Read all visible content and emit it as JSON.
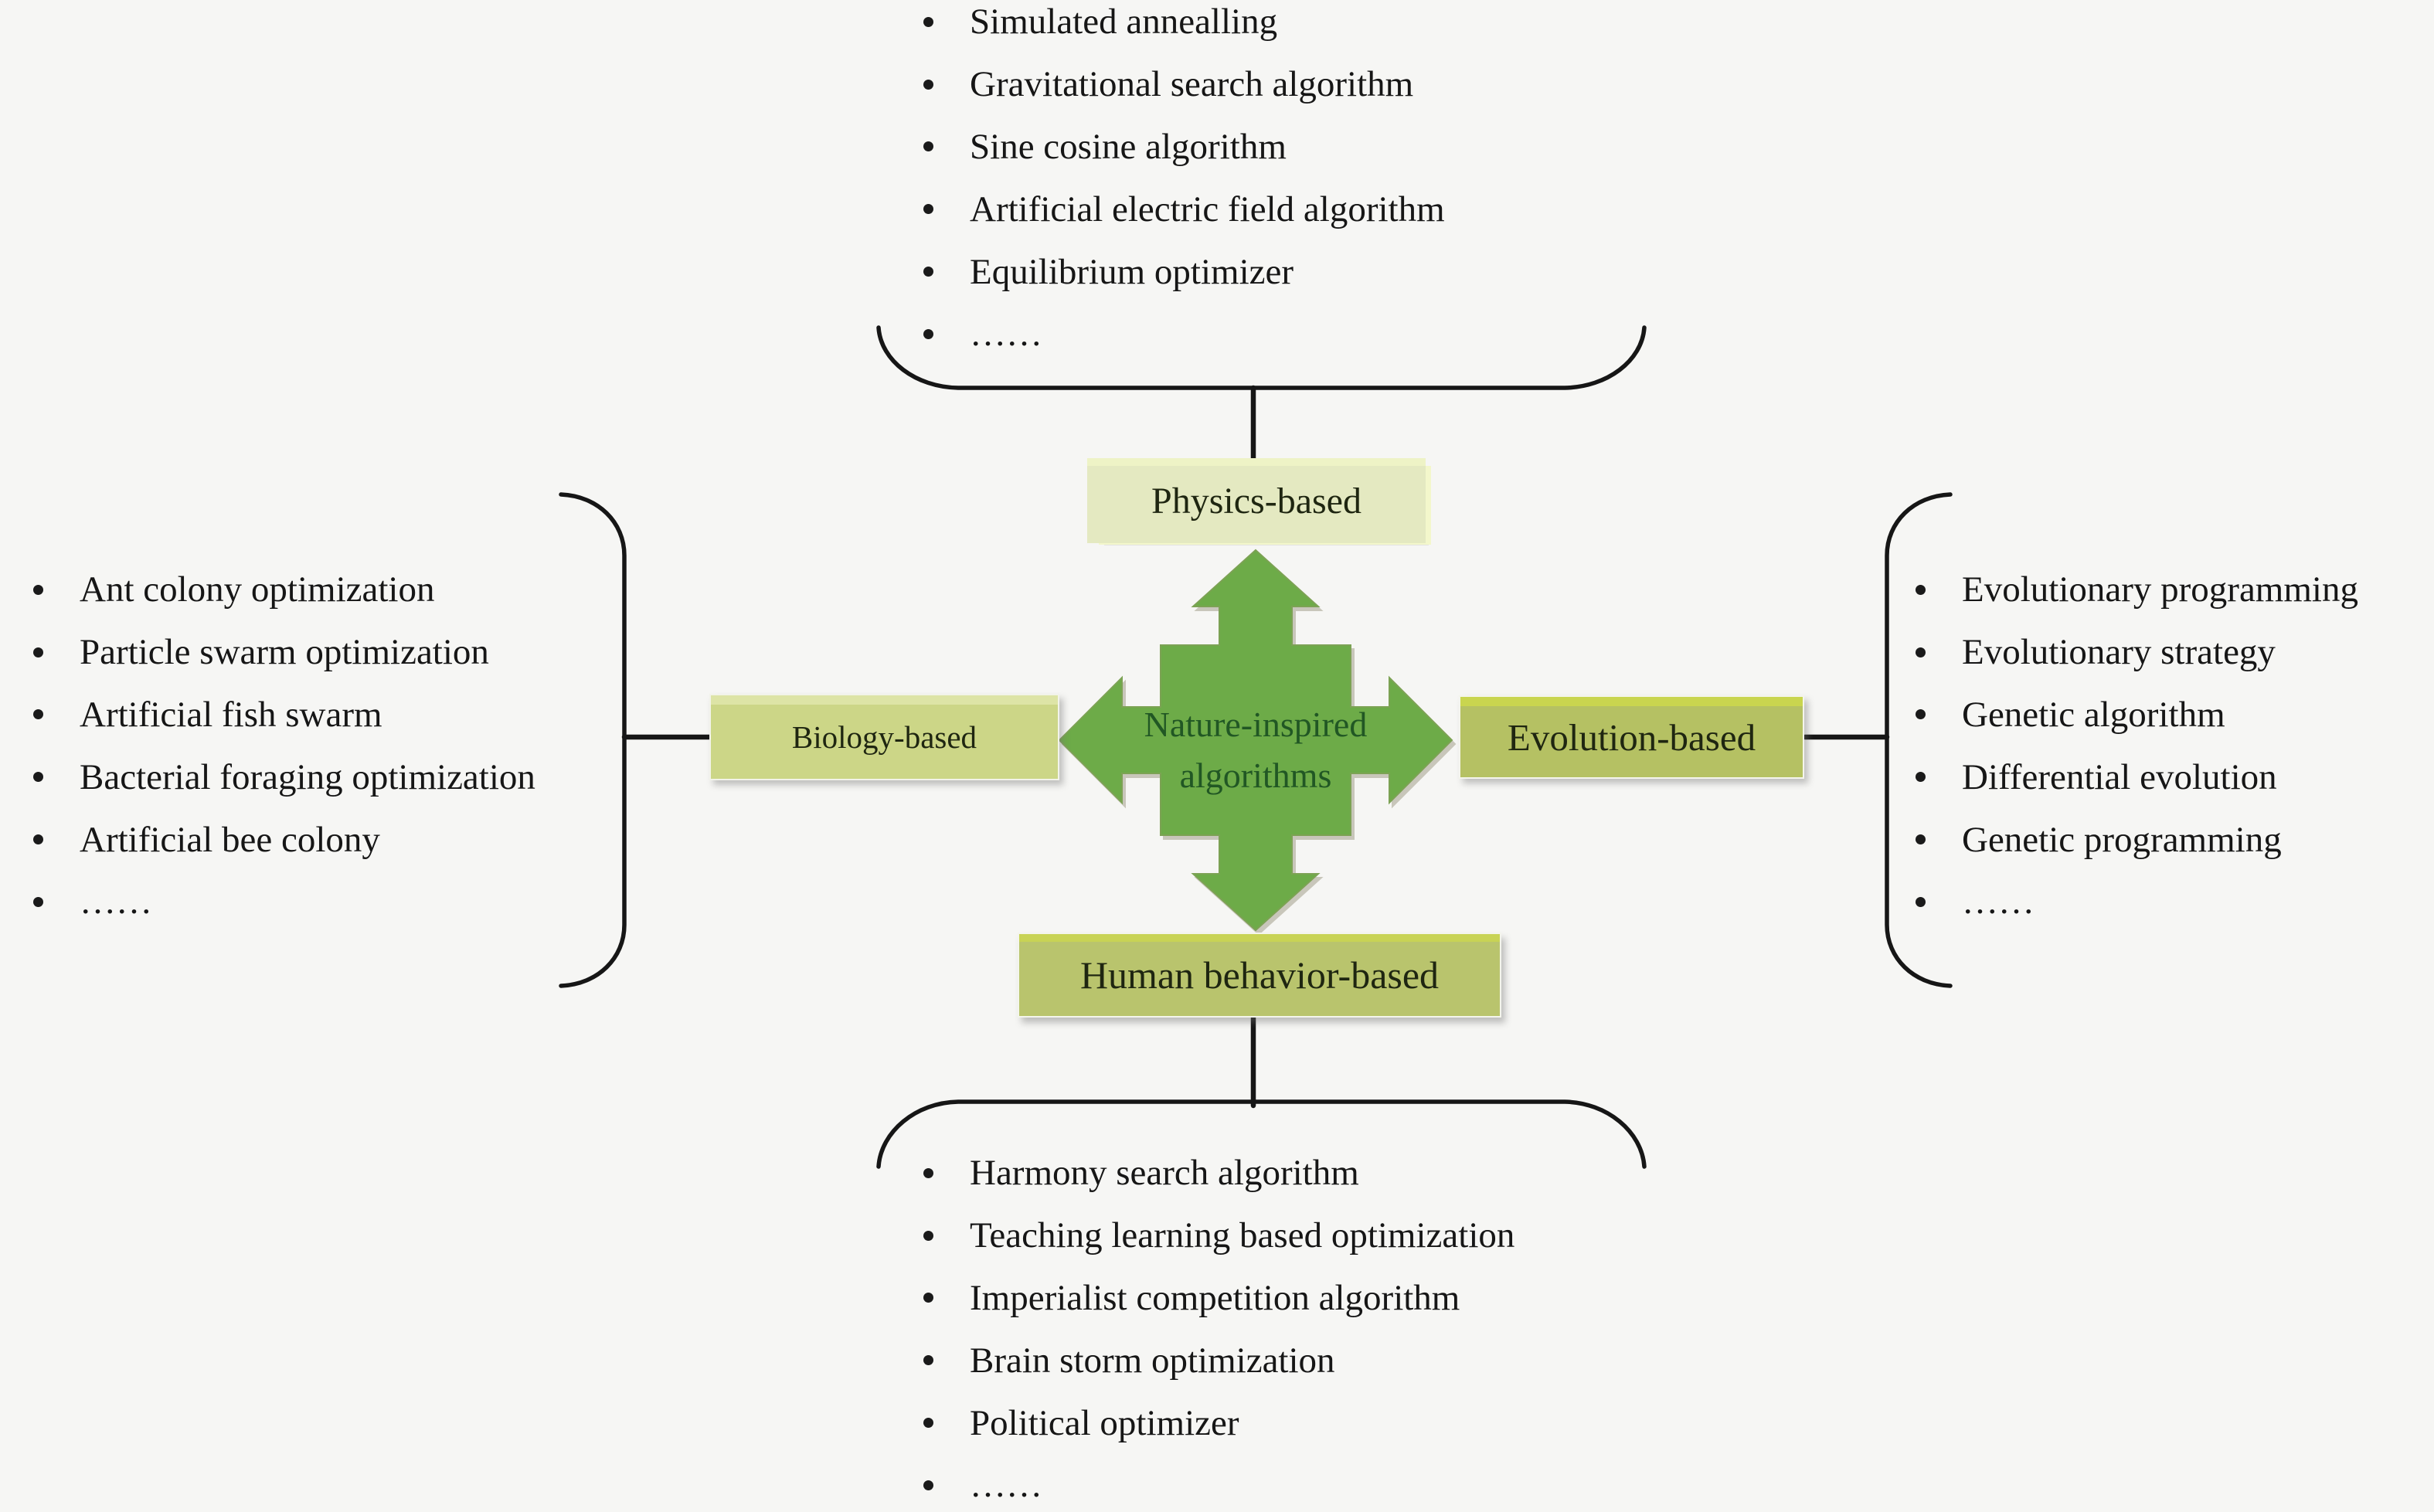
{
  "center": {
    "label": "Nature-inspired algorithms"
  },
  "categories": {
    "physics": {
      "label": "Physics-based",
      "items": [
        "Simulated annealling",
        "Gravitational search algorithm",
        "Sine cosine algorithm",
        "Artificial electric field algorithm",
        "Equilibrium optimizer",
        "……"
      ]
    },
    "biology": {
      "label": "Biology-based",
      "items": [
        "Ant colony optimization",
        "Particle swarm optimization",
        "Artificial fish swarm",
        "Bacterial foraging optimization",
        "Artificial bee colony",
        "……"
      ]
    },
    "evolution": {
      "label": "Evolution-based",
      "items": [
        "Evolutionary programming",
        "Evolutionary strategy",
        "Genetic algorithm",
        "Differential evolution",
        "Genetic programming",
        "……"
      ]
    },
    "human": {
      "label": "Human behavior-based",
      "items": [
        "Harmony search algorithm",
        "Teaching learning based optimization",
        "Imperialist competition algorithm",
        "Brain storm optimization",
        "Political optimizer",
        "……"
      ]
    }
  },
  "colors": {
    "background": "#f6f6f4",
    "center_fill": "#6dab48",
    "center_text": "#215724",
    "physics_fill": "#e4e9c1",
    "biology_fill": "#ccd687",
    "evolution_fill": "#b5c163",
    "human_fill": "#b9c46d",
    "line": "#161616",
    "list_text": "#161616",
    "label_text": "#1f2611"
  }
}
